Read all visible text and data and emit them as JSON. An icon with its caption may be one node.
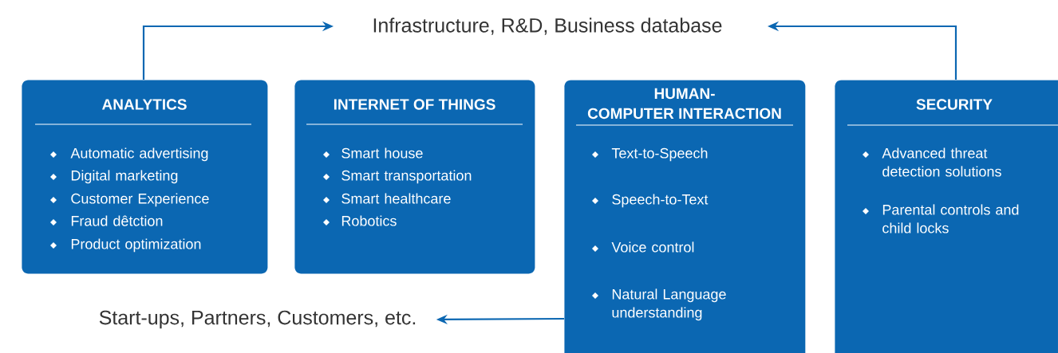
{
  "diagram": {
    "nodes": [
      {
        "text": [
          "Infrastructure, R&D, Business database"
        ]
      },
      {
        "text": [
          "ANALYTICS",
          "Automatic advertising",
          "Digital marketing",
          "Customer Experience",
          "Fraud dêtction",
          "Product optimization"
        ]
      },
      {
        "text": [
          "INTERNET OF THINGS",
          "Smart house",
          "Smart transportation",
          "Smart healthcare",
          "Robotics"
        ]
      },
      {
        "text": [
          "HUMAN- COMPUTER INTERACTION",
          "Text-to-Speech",
          "Speech-to-Text",
          "Voice control",
          "Natural Language understanding"
        ]
      },
      {
        "text": [
          "SECURITY",
          "Advanced threat detection solutions",
          "Parental controls and child locks"
        ]
      },
      {
        "text": [
          "Start-ups, Partners, Customers, etc."
        ]
      }
    ],
    "edges": [
      {
        "from": 1,
        "to": 0,
        "arrow": "to"
      },
      {
        "from": 4,
        "to": 0,
        "arrow": "to"
      },
      {
        "from": 3,
        "to": 5,
        "arrow": "to"
      }
    ]
  }
}
